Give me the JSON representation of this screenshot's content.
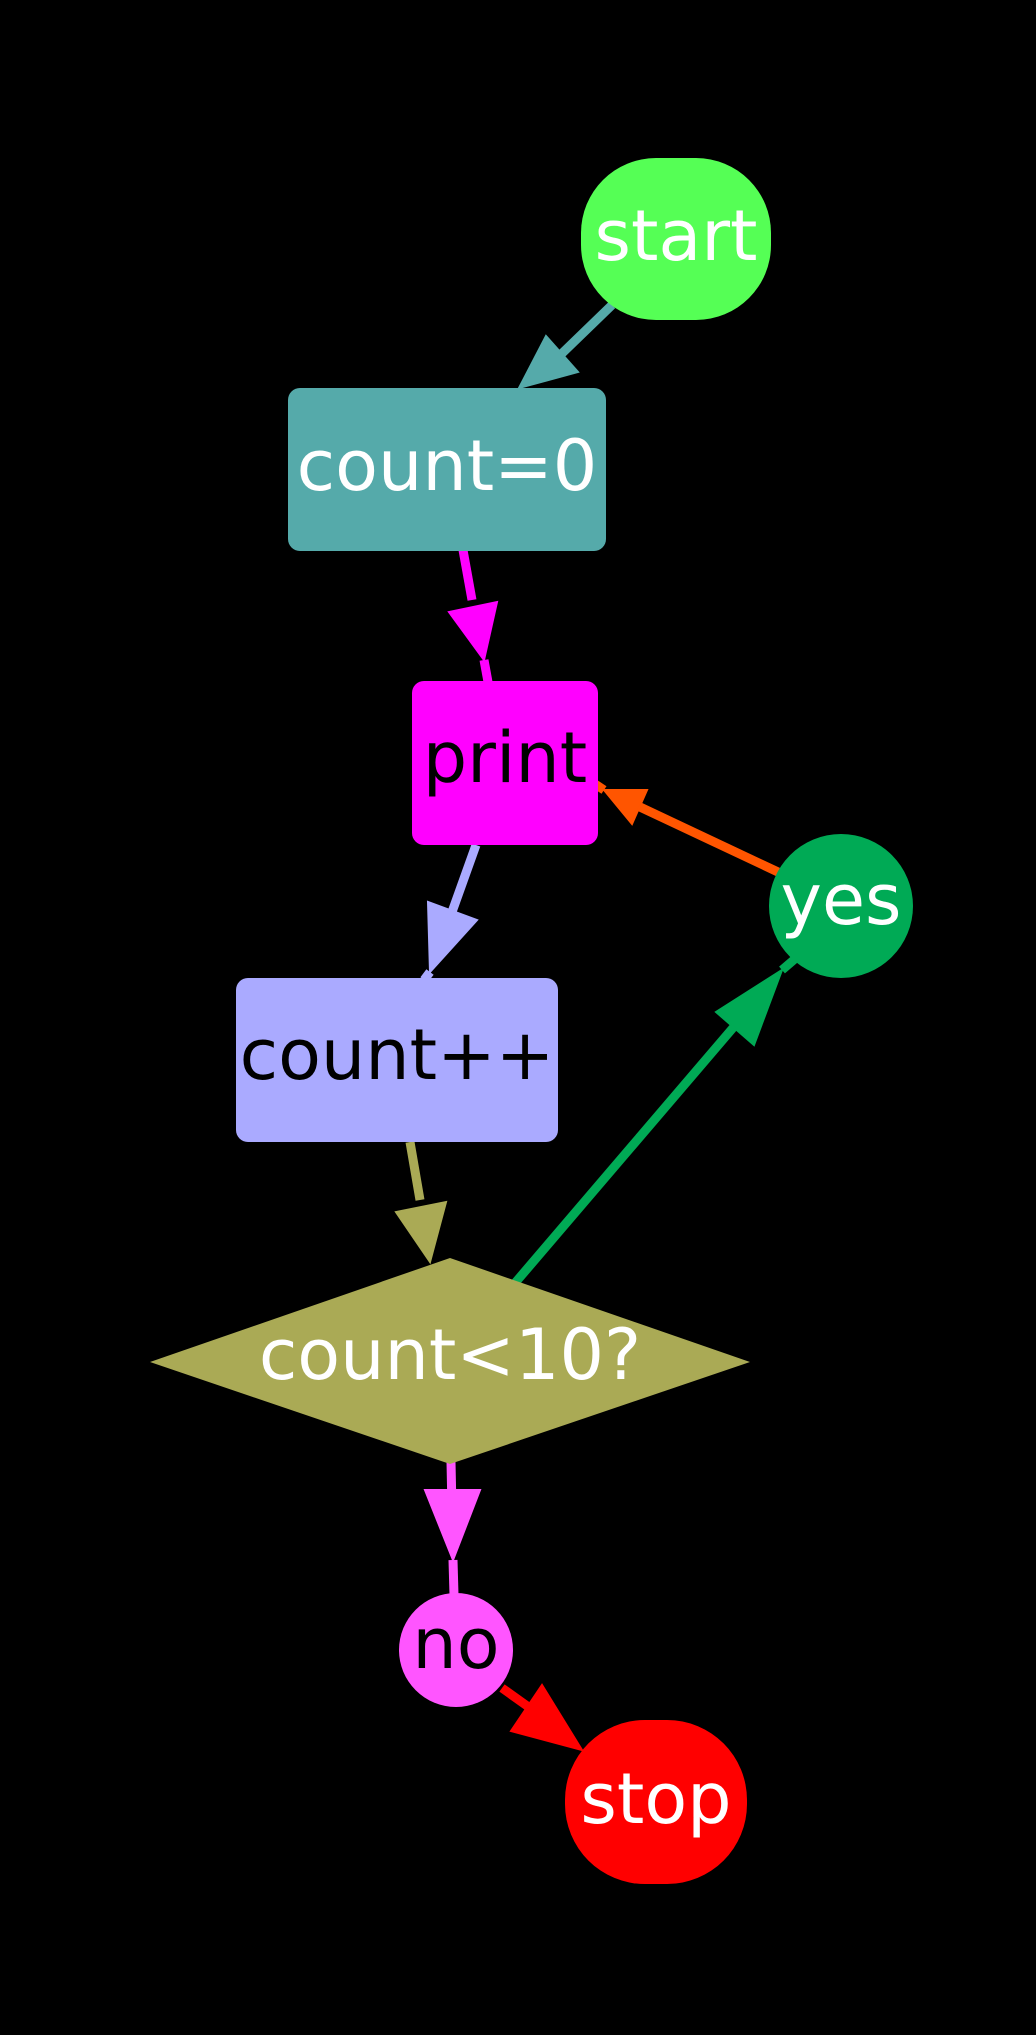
{
  "diagram": {
    "background": "#000000",
    "nodes": {
      "start": {
        "label": "start",
        "fill": "#55ff55",
        "text_color": "#ffffff"
      },
      "count_init": {
        "label": "count=0",
        "fill": "#55aaaa",
        "text_color": "#ffffff"
      },
      "print": {
        "label": "print",
        "fill": "#ff00ff",
        "text_color": "#000000"
      },
      "yes": {
        "label": "yes",
        "fill": "#00aa55",
        "text_color": "#ffffff"
      },
      "count_inc": {
        "label": "count++",
        "fill": "#aaaaff",
        "text_color": "#000000"
      },
      "condition": {
        "label": "count<10?",
        "fill": "#aaaa55",
        "text_color": "#ffffff"
      },
      "no": {
        "label": "no",
        "fill": "#ff55ff",
        "text_color": "#000000"
      },
      "stop": {
        "label": "stop",
        "fill": "#ff0000",
        "text_color": "#ffffff"
      }
    },
    "edges": [
      {
        "from": "start",
        "to": "count_init",
        "color": "#55aaaa"
      },
      {
        "from": "count_init",
        "to": "print",
        "color": "#ff00ff"
      },
      {
        "from": "print",
        "to": "count_inc",
        "color": "#aaaaff"
      },
      {
        "from": "count_inc",
        "to": "condition",
        "color": "#aaaa55"
      },
      {
        "from": "condition",
        "to": "yes",
        "color": "#00aa55"
      },
      {
        "from": "yes",
        "to": "print",
        "color": "#ff5500"
      },
      {
        "from": "condition",
        "to": "no",
        "color": "#ff55ff"
      },
      {
        "from": "no",
        "to": "stop",
        "color": "#ff0000"
      }
    ]
  }
}
